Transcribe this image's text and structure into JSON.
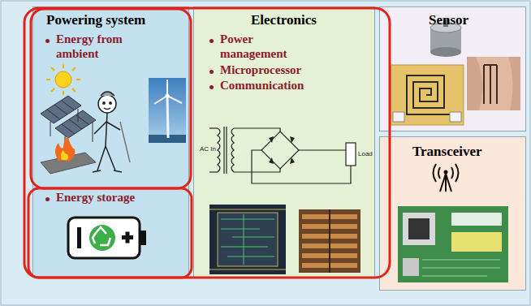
{
  "diagram": {
    "nodes": [
      {
        "text": [
          "Powering system",
          "Energy from ambient",
          "Energy storage"
        ]
      },
      {
        "text": [
          "Electronics",
          "Power management",
          "Microprocessor",
          "Communication"
        ]
      },
      {
        "text": [
          "Sensor"
        ]
      },
      {
        "text": [
          "Transceiver"
        ]
      }
    ],
    "labels": [
      "AC In",
      "Load"
    ]
  }
}
